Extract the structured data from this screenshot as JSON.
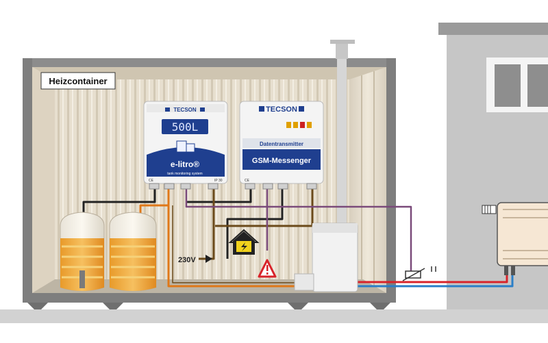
{
  "container_label": "Heizcontainer",
  "elitro": {
    "brand": "TECSON",
    "display_value": "500L",
    "product_name": "e-litro®",
    "subtitle": "tank monitoring system",
    "ce_mark": "CE",
    "ip_rating": "IP 30"
  },
  "gsm": {
    "brand": "TECSON",
    "category": "Datentransmitter",
    "product_name": "GSM-Messenger",
    "ce_mark": "CE",
    "leds": [
      "#e0a000",
      "#e0a000",
      "#cc2222",
      "#e0a000"
    ]
  },
  "power_label": "230V",
  "colors": {
    "signal_black": "#222222",
    "tank_wire_orange": "#e07818",
    "mains_brown": "#6b4a1a",
    "sensor_purple": "#7a4a7a",
    "flow_red": "#d8232a",
    "return_blue": "#2a7fc8",
    "tecson_blue": "#1f3f8f"
  },
  "icons": [
    "house-power-warning-icon",
    "alarm-warning-icon",
    "temperature-sensor-icon",
    "radiator-icon"
  ]
}
